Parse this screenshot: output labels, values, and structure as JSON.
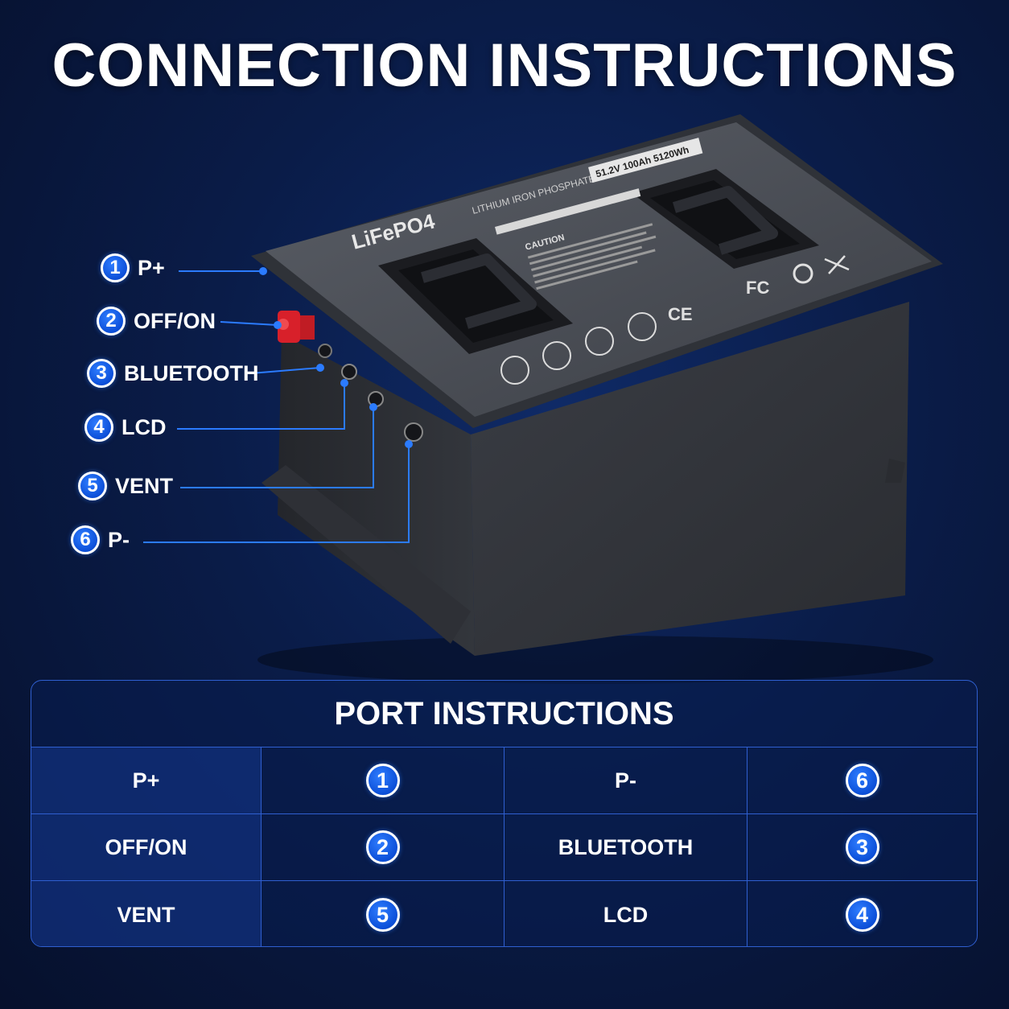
{
  "title": "CONNECTION INSTRUCTIONS",
  "product": {
    "brand_text": "LiFePO4",
    "subtitle": "LITHIUM IRON PHOSPHATE",
    "spec": "51.2V 100Ah 5120Wh",
    "caution": "CAUTION",
    "cert_marks": [
      "CE",
      "FC"
    ]
  },
  "callouts": [
    {
      "num": "1",
      "label": "P+"
    },
    {
      "num": "2",
      "label": "OFF/ON"
    },
    {
      "num": "3",
      "label": "BLUETOOTH"
    },
    {
      "num": "4",
      "label": "LCD"
    },
    {
      "num": "5",
      "label": "VENT"
    },
    {
      "num": "6",
      "label": "P-"
    }
  ],
  "table": {
    "title": "PORT INSTRUCTIONS",
    "rows": [
      {
        "left_label": "P+",
        "left_num": "1",
        "right_label": "P-",
        "right_num": "6"
      },
      {
        "left_label": "OFF/ON",
        "left_num": "2",
        "right_label": "BLUETOOTH",
        "right_num": "3"
      },
      {
        "left_label": "VENT",
        "left_num": "5",
        "right_label": "LCD",
        "right_num": "4"
      }
    ]
  },
  "colors": {
    "accent": "#1a5cff",
    "background": "#0a1c48",
    "battery": "#3a3d44",
    "terminal_red": "#d8202a"
  }
}
